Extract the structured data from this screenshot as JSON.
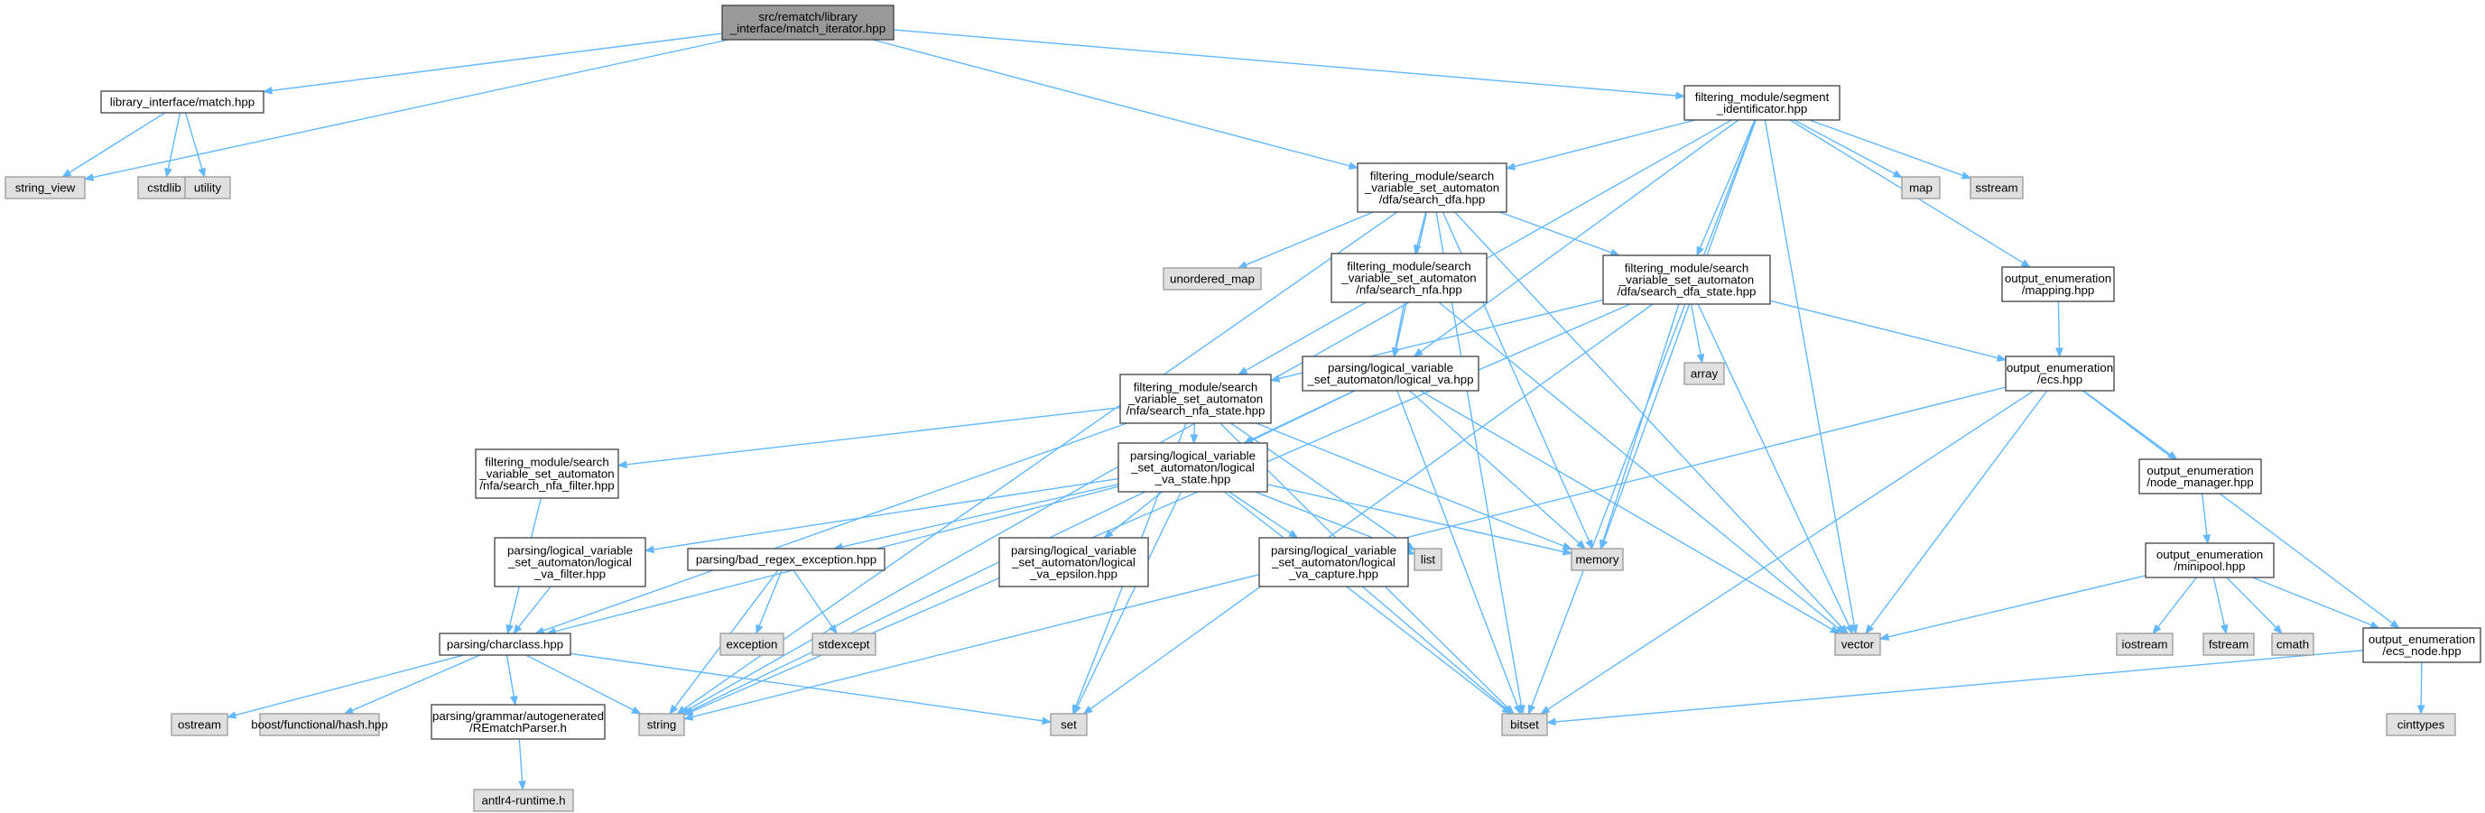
{
  "graph": {
    "colors": {
      "edge": "#63b8ff",
      "root_fill": "#999999",
      "std_fill": "#e0e0e0",
      "file_fill": "#ffffff",
      "border": "#404040"
    },
    "nodes": [
      {
        "id": "root",
        "kind": "root",
        "lines": [
          "src/rematch/library",
          "_interface/match_iterator.hpp"
        ]
      },
      {
        "id": "match",
        "kind": "file",
        "lines": [
          "library_interface/match.hpp"
        ]
      },
      {
        "id": "string_view",
        "kind": "std",
        "lines": [
          "string_view"
        ]
      },
      {
        "id": "cstdlib",
        "kind": "std",
        "lines": [
          "cstdlib"
        ]
      },
      {
        "id": "utility",
        "kind": "std",
        "lines": [
          "utility"
        ]
      },
      {
        "id": "segid",
        "kind": "file",
        "lines": [
          "filtering_module/segment",
          "_identificator.hpp"
        ]
      },
      {
        "id": "map",
        "kind": "std",
        "lines": [
          "map"
        ]
      },
      {
        "id": "sstream",
        "kind": "std",
        "lines": [
          "sstream"
        ]
      },
      {
        "id": "mapping",
        "kind": "file",
        "lines": [
          "output_enumeration",
          "/mapping.hpp"
        ]
      },
      {
        "id": "dfa",
        "kind": "file",
        "lines": [
          "filtering_module/search",
          "_variable_set_automaton",
          "/dfa/search_dfa.hpp"
        ]
      },
      {
        "id": "unordered_map",
        "kind": "std",
        "lines": [
          "unordered_map"
        ]
      },
      {
        "id": "nfa",
        "kind": "file",
        "lines": [
          "filtering_module/search",
          "_variable_set_automaton",
          "/nfa/search_nfa.hpp"
        ]
      },
      {
        "id": "dfastate",
        "kind": "file",
        "lines": [
          "filtering_module/search",
          "_variable_set_automaton",
          "/dfa/search_dfa_state.hpp"
        ]
      },
      {
        "id": "array",
        "kind": "std",
        "lines": [
          "array"
        ]
      },
      {
        "id": "ecs",
        "kind": "file",
        "lines": [
          "output_enumeration",
          "/ecs.hpp"
        ]
      },
      {
        "id": "nfastate",
        "kind": "file",
        "lines": [
          "filtering_module/search",
          "_variable_set_automaton",
          "/nfa/search_nfa_state.hpp"
        ]
      },
      {
        "id": "logicalva",
        "kind": "file",
        "lines": [
          "parsing/logical_variable",
          "_set_automaton/logical_va.hpp"
        ]
      },
      {
        "id": "nfafilter",
        "kind": "file",
        "lines": [
          "filtering_module/search",
          "_variable_set_automaton",
          "/nfa/search_nfa_filter.hpp"
        ]
      },
      {
        "id": "vastate",
        "kind": "file",
        "lines": [
          "parsing/logical_variable",
          "_set_automaton/logical",
          "_va_state.hpp"
        ]
      },
      {
        "id": "nodemanager",
        "kind": "file",
        "lines": [
          "output_enumeration",
          "/node_manager.hpp"
        ]
      },
      {
        "id": "vafilter",
        "kind": "file",
        "lines": [
          "parsing/logical_variable",
          "_set_automaton/logical",
          "_va_filter.hpp"
        ]
      },
      {
        "id": "badregex",
        "kind": "file",
        "lines": [
          "parsing/bad_regex_exception.hpp"
        ]
      },
      {
        "id": "epsilon",
        "kind": "file",
        "lines": [
          "parsing/logical_variable",
          "_set_automaton/logical",
          "_va_epsilon.hpp"
        ]
      },
      {
        "id": "capture",
        "kind": "file",
        "lines": [
          "parsing/logical_variable",
          "_set_automaton/logical",
          "_va_capture.hpp"
        ]
      },
      {
        "id": "list",
        "kind": "std",
        "lines": [
          "list"
        ]
      },
      {
        "id": "memory",
        "kind": "std",
        "lines": [
          "memory"
        ]
      },
      {
        "id": "minipool",
        "kind": "file",
        "lines": [
          "output_enumeration",
          "/minipool.hpp"
        ]
      },
      {
        "id": "exception",
        "kind": "std",
        "lines": [
          "exception"
        ]
      },
      {
        "id": "stdexcept",
        "kind": "std",
        "lines": [
          "stdexcept"
        ]
      },
      {
        "id": "vector",
        "kind": "std",
        "lines": [
          "vector"
        ]
      },
      {
        "id": "iostream",
        "kind": "std",
        "lines": [
          "iostream"
        ]
      },
      {
        "id": "fstream",
        "kind": "std",
        "lines": [
          "fstream"
        ]
      },
      {
        "id": "cmath",
        "kind": "std",
        "lines": [
          "cmath"
        ]
      },
      {
        "id": "ecsnode",
        "kind": "file",
        "lines": [
          "output_enumeration",
          "/ecs_node.hpp"
        ]
      },
      {
        "id": "charclass",
        "kind": "file",
        "lines": [
          "parsing/charclass.hpp"
        ]
      },
      {
        "id": "ostream",
        "kind": "std",
        "lines": [
          "ostream"
        ]
      },
      {
        "id": "boosthash",
        "kind": "std",
        "lines": [
          "boost/functional/hash.hpp"
        ]
      },
      {
        "id": "string",
        "kind": "std",
        "lines": [
          "string"
        ]
      },
      {
        "id": "rematchparser",
        "kind": "file",
        "lines": [
          "parsing/grammar/autogenerated",
          "/REmatchParser.h"
        ]
      },
      {
        "id": "set",
        "kind": "std",
        "lines": [
          "set"
        ]
      },
      {
        "id": "bitset",
        "kind": "std",
        "lines": [
          "bitset"
        ]
      },
      {
        "id": "cinttypes",
        "kind": "std",
        "lines": [
          "cinttypes"
        ]
      },
      {
        "id": "antlr",
        "kind": "std",
        "lines": [
          "antlr4-runtime.h"
        ]
      }
    ],
    "edges": [
      [
        "root",
        "string_view"
      ],
      [
        "root",
        "match"
      ],
      [
        "root",
        "dfa"
      ],
      [
        "root",
        "segid"
      ],
      [
        "match",
        "string_view"
      ],
      [
        "match",
        "cstdlib"
      ],
      [
        "match",
        "utility"
      ],
      [
        "segid",
        "dfa"
      ],
      [
        "segid",
        "string"
      ],
      [
        "segid",
        "dfastate"
      ],
      [
        "segid",
        "logicalva"
      ],
      [
        "segid",
        "memory"
      ],
      [
        "segid",
        "vector"
      ],
      [
        "segid",
        "map"
      ],
      [
        "segid",
        "sstream"
      ],
      [
        "segid",
        "mapping"
      ],
      [
        "segid",
        "bitset"
      ],
      [
        "mapping",
        "ecs"
      ],
      [
        "dfa",
        "unordered_map"
      ],
      [
        "dfa",
        "nfa"
      ],
      [
        "dfa",
        "dfastate"
      ],
      [
        "dfa",
        "logicalva"
      ],
      [
        "dfa",
        "string"
      ],
      [
        "dfa",
        "memory"
      ],
      [
        "dfa",
        "vector"
      ],
      [
        "dfa",
        "bitset"
      ],
      [
        "nfa",
        "nfastate"
      ],
      [
        "nfa",
        "logicalva"
      ],
      [
        "nfa",
        "vector"
      ],
      [
        "dfastate",
        "nfastate"
      ],
      [
        "dfastate",
        "array"
      ],
      [
        "dfastate",
        "ecs"
      ],
      [
        "dfastate",
        "memory"
      ],
      [
        "dfastate",
        "vector"
      ],
      [
        "dfastate",
        "set"
      ],
      [
        "dfastate",
        "string"
      ],
      [
        "nfastate",
        "nfafilter"
      ],
      [
        "nfastate",
        "vastate"
      ],
      [
        "nfastate",
        "charclass"
      ],
      [
        "nfastate",
        "set"
      ],
      [
        "nfastate",
        "list"
      ],
      [
        "nfastate",
        "memory"
      ],
      [
        "nfastate",
        "bitset"
      ],
      [
        "logicalva",
        "vastate"
      ],
      [
        "logicalva",
        "string"
      ],
      [
        "logicalva",
        "memory"
      ],
      [
        "logicalva",
        "vector"
      ],
      [
        "logicalva",
        "bitset"
      ],
      [
        "nfafilter",
        "charclass"
      ],
      [
        "vastate",
        "vafilter"
      ],
      [
        "vastate",
        "badregex"
      ],
      [
        "vastate",
        "epsilon"
      ],
      [
        "vastate",
        "capture"
      ],
      [
        "vastate",
        "list"
      ],
      [
        "vastate",
        "memory"
      ],
      [
        "vastate",
        "set"
      ],
      [
        "vastate",
        "bitset"
      ],
      [
        "vastate",
        "charclass"
      ],
      [
        "vafilter",
        "charclass"
      ],
      [
        "badregex",
        "exception"
      ],
      [
        "badregex",
        "stdexcept"
      ],
      [
        "badregex",
        "string"
      ],
      [
        "capture",
        "bitset"
      ],
      [
        "ecs",
        "nodemanager"
      ],
      [
        "ecs",
        "ecsnode"
      ],
      [
        "ecs",
        "vector"
      ],
      [
        "ecs",
        "string"
      ],
      [
        "ecs",
        "bitset"
      ],
      [
        "nodemanager",
        "minipool"
      ],
      [
        "minipool",
        "iostream"
      ],
      [
        "minipool",
        "fstream"
      ],
      [
        "minipool",
        "cmath"
      ],
      [
        "minipool",
        "vector"
      ],
      [
        "minipool",
        "ecsnode"
      ],
      [
        "ecsnode",
        "cinttypes"
      ],
      [
        "ecsnode",
        "bitset"
      ],
      [
        "charclass",
        "ostream"
      ],
      [
        "charclass",
        "boosthash"
      ],
      [
        "charclass",
        "string"
      ],
      [
        "charclass",
        "rematchparser"
      ],
      [
        "charclass",
        "set"
      ],
      [
        "rematchparser",
        "antlr"
      ]
    ]
  }
}
